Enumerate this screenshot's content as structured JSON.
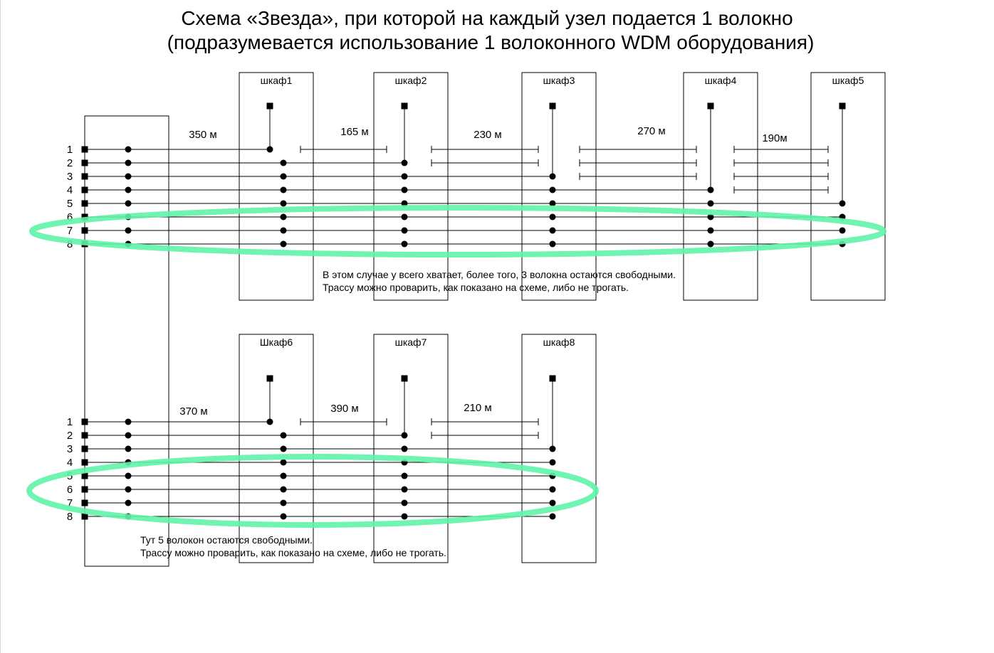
{
  "title": {
    "line1": "Схема «Звезда», при  которой на каждый узел подается 1 волокно",
    "line2": "(подразумевается использование 1 волоконного WDM оборудования)"
  },
  "colors": {
    "line": "#000000",
    "highlight": "#5ff3a8"
  },
  "top_scheme": {
    "fiber_labels": [
      "1",
      "2",
      "3",
      "4",
      "5",
      "6",
      "7",
      "8"
    ],
    "cabinets": [
      "шкаф1",
      "шкаф2",
      "шкаф3",
      "шкаф4",
      "шкаф5"
    ],
    "distances": [
      "350 м",
      "165 м",
      "230 м",
      "270 м",
      "190м"
    ],
    "note_line1": "В этом случае у всего хватает, более того, 3 волокна остаются свободными.",
    "note_line2": "Трассу можно проварить, как показано на схеме, либо не трогать."
  },
  "bottom_scheme": {
    "fiber_labels": [
      "1",
      "2",
      "3",
      "4",
      "5",
      "6",
      "7",
      "8"
    ],
    "cabinets": [
      "Шкаф6",
      "шкаф7",
      "шкаф8"
    ],
    "distances": [
      "370 м",
      "390 м",
      "210 м"
    ],
    "note_line1": "Тут 5 волокон остаются свободными.",
    "note_line2": "Трассу можно проварить, как показано на схеме, либо не трогать."
  }
}
